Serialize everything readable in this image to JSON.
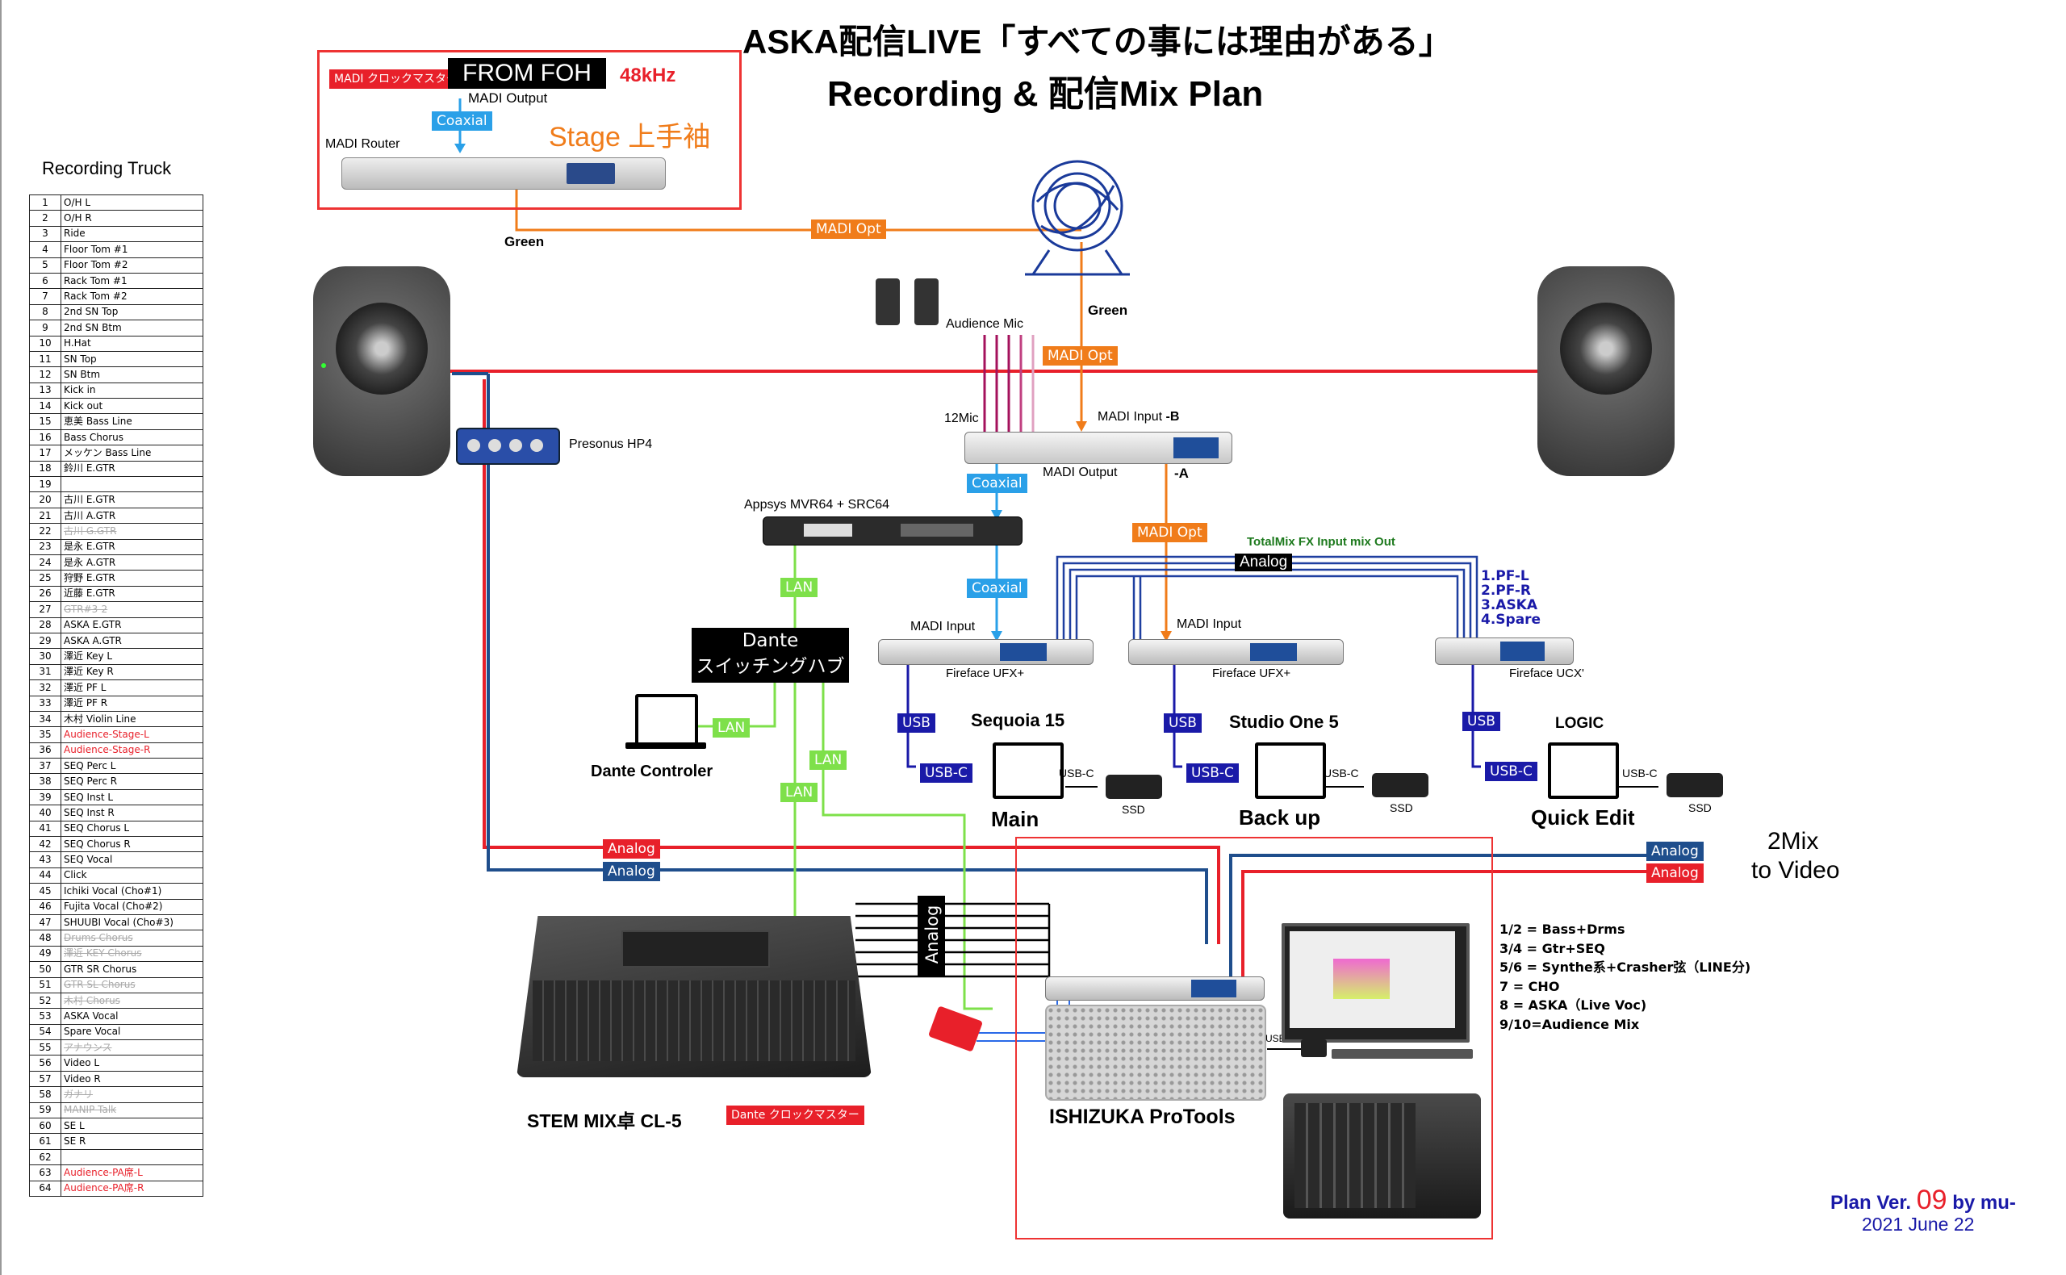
{
  "title": {
    "line1": "ASKA配信LIVE「すべての事には理由がある」",
    "line2": "Recording & 配信Mix Plan"
  },
  "foh": {
    "clock_master": "MADI クロックマスター",
    "from_foh": "FROM FOH",
    "rate": "48kHz",
    "madi_output": "MADI Output",
    "coaxial": "Coaxial",
    "stage": "Stage 上手袖",
    "router": "MADI Router"
  },
  "recording_truck": {
    "title": "Recording Truck",
    "tracks": [
      {
        "n": "1",
        "name": "O/H  L",
        "style": ""
      },
      {
        "n": "2",
        "name": "O/H  R",
        "style": ""
      },
      {
        "n": "3",
        "name": "Ride",
        "style": ""
      },
      {
        "n": "4",
        "name": "Floor Tom #1",
        "style": ""
      },
      {
        "n": "5",
        "name": "Floor Tom #2",
        "style": ""
      },
      {
        "n": "6",
        "name": "Rack Tom #1",
        "style": ""
      },
      {
        "n": "7",
        "name": "Rack Tom #2",
        "style": ""
      },
      {
        "n": "8",
        "name": "2nd SN Top",
        "style": ""
      },
      {
        "n": "9",
        "name": "2nd SN Btm",
        "style": ""
      },
      {
        "n": "10",
        "name": "H.Hat",
        "style": ""
      },
      {
        "n": "11",
        "name": "SN Top",
        "style": ""
      },
      {
        "n": "12",
        "name": "SN Btm",
        "style": ""
      },
      {
        "n": "13",
        "name": "Kick in",
        "style": ""
      },
      {
        "n": "14",
        "name": "Kick out",
        "style": ""
      },
      {
        "n": "15",
        "name": "恵美 Bass Line",
        "style": ""
      },
      {
        "n": "16",
        "name": "Bass Chorus",
        "style": ""
      },
      {
        "n": "17",
        "name": "メッケン Bass Line",
        "style": ""
      },
      {
        "n": "18",
        "name": "鈴川 E.GTR",
        "style": ""
      },
      {
        "n": "19",
        "name": "",
        "style": ""
      },
      {
        "n": "20",
        "name": "古川 E.GTR",
        "style": ""
      },
      {
        "n": "21",
        "name": "古川 A.GTR",
        "style": ""
      },
      {
        "n": "22",
        "name": "古川 G.GTR",
        "style": "gray"
      },
      {
        "n": "23",
        "name": "是永 E.GTR",
        "style": ""
      },
      {
        "n": "24",
        "name": "是永 A.GTR",
        "style": ""
      },
      {
        "n": "25",
        "name": "狩野 E.GTR",
        "style": ""
      },
      {
        "n": "26",
        "name": "近藤 E.GTR",
        "style": ""
      },
      {
        "n": "27",
        "name": "GTR#3-2",
        "style": "gray"
      },
      {
        "n": "28",
        "name": "ASKA E.GTR",
        "style": ""
      },
      {
        "n": "29",
        "name": "ASKA A.GTR",
        "style": ""
      },
      {
        "n": "30",
        "name": "澤近 Key L",
        "style": ""
      },
      {
        "n": "31",
        "name": "澤近 Key R",
        "style": ""
      },
      {
        "n": "32",
        "name": "澤近 PF L",
        "style": ""
      },
      {
        "n": "33",
        "name": "澤近 PF R",
        "style": ""
      },
      {
        "n": "34",
        "name": "木村 Violin Line",
        "style": ""
      },
      {
        "n": "35",
        "name": "Audience-Stage-L",
        "style": "red"
      },
      {
        "n": "36",
        "name": "Audience-Stage-R",
        "style": "red"
      },
      {
        "n": "37",
        "name": "SEQ Perc L",
        "style": ""
      },
      {
        "n": "38",
        "name": "SEQ Perc R",
        "style": ""
      },
      {
        "n": "39",
        "name": "SEQ Inst L",
        "style": ""
      },
      {
        "n": "40",
        "name": "SEQ Inst R",
        "style": ""
      },
      {
        "n": "41",
        "name": "SEQ Chorus L",
        "style": ""
      },
      {
        "n": "42",
        "name": "SEQ Chorus R",
        "style": ""
      },
      {
        "n": "43",
        "name": "SEQ Vocal",
        "style": ""
      },
      {
        "n": "44",
        "name": "Click",
        "style": ""
      },
      {
        "n": "45",
        "name": "Ichiki Vocal (Cho#1)",
        "style": ""
      },
      {
        "n": "46",
        "name": "Fujita Vocal (Cho#2)",
        "style": ""
      },
      {
        "n": "47",
        "name": "SHUUBI Vocal (Cho#3)",
        "style": ""
      },
      {
        "n": "48",
        "name": "Drums Chorus",
        "style": "gray"
      },
      {
        "n": "49",
        "name": "澤近 KEY Chorus",
        "style": "gray"
      },
      {
        "n": "50",
        "name": "GTR SR Chorus",
        "style": ""
      },
      {
        "n": "51",
        "name": "GTR SL  Chorus",
        "style": "gray"
      },
      {
        "n": "52",
        "name": "木村 Chorus",
        "style": "gray"
      },
      {
        "n": "53",
        "name": "ASKA Vocal",
        "style": ""
      },
      {
        "n": "54",
        "name": "Spare Vocal",
        "style": ""
      },
      {
        "n": "55",
        "name": "アナウンス",
        "style": "gray"
      },
      {
        "n": "56",
        "name": "Video L",
        "style": ""
      },
      {
        "n": "57",
        "name": "Video R",
        "style": ""
      },
      {
        "n": "58",
        "name": "ガナリ",
        "style": "gray"
      },
      {
        "n": "59",
        "name": "MANIP Talk",
        "style": "gray"
      },
      {
        "n": "60",
        "name": "SE L",
        "style": ""
      },
      {
        "n": "61",
        "name": "SE R",
        "style": ""
      },
      {
        "n": "62",
        "name": "",
        "style": ""
      },
      {
        "n": "63",
        "name": "Audience-PA席-L",
        "style": "red"
      },
      {
        "n": "64",
        "name": "Audience-PA席-R",
        "style": "red"
      }
    ]
  },
  "labels": {
    "green1": "Green",
    "madi_opt1": "MADI Opt",
    "green2": "Green",
    "madi_opt2": "MADI Opt",
    "audience_mic": "Audience Mic",
    "presonus": "Presonus HP4",
    "mic12": "12Mic",
    "madi_input_b": "MADI Input",
    "b_suffix": "-B",
    "madi_output": "MADI Output",
    "a_suffix": "-A",
    "coaxial1": "Coaxial",
    "coaxial2": "Coaxial",
    "appsys": "Appsys MVR64 + SRC64",
    "madi_opt3": "MADI Opt",
    "totalmix": "TotalMix FX Input mix Out",
    "analog_top": "Analog",
    "pf_list": [
      "1.PF-L",
      "2.PF-R",
      "3.ASKA",
      "4.Spare"
    ],
    "lan1": "LAN",
    "lan2": "LAN",
    "lan3": "LAN",
    "lan4": "LAN",
    "dante_hub": [
      "Dante",
      "スイッチングハブ"
    ],
    "dante_controller": "Dante Controler",
    "madi_input_1": "MADI Input",
    "madi_input_2": "MADI Input",
    "fireface1": "Fireface UFX+",
    "fireface2": "Fireface UFX+",
    "fireface_ucx": "Fireface UCX'",
    "usb": "USB",
    "usbc": "USB-C",
    "usbc_small": "USB-C",
    "ssd": "SSD",
    "sequoia": "Sequoia 15",
    "studio_one": "Studio One 5",
    "logic": "LOGIC",
    "main": "Main",
    "backup": "Back up",
    "quick_edit": "Quick Edit",
    "analog_red1": "Analog",
    "analog_blue1": "Analog",
    "analog_blue2": "Analog",
    "analog_red2": "Analog",
    "analog_vertical": "Analog",
    "two_mix": "2Mix",
    "to_video": "to Video",
    "stem_mix": "STEM MIX卓 CL-5",
    "dante_clock": "Dante クロックマスター",
    "ishizuka": "ISHIZUKA ProTools",
    "usbc_mac": "USB-C",
    "stem_list": [
      "1/2 = Bass+Drms",
      "3/4 = Gtr+SEQ",
      "5/6 = Synthe系+Crasher弦（LINE分)",
      "7 = CHO",
      "8 = ASKA（Live Voc)",
      "9/10=Audience Mix"
    ]
  },
  "plan": {
    "prefix": "Plan Ver.",
    "version": "09",
    "by": "by mu-",
    "date": "2021 June 22"
  },
  "colors": {
    "red": "#e8202a",
    "blue": "#1f4e8c",
    "orange": "#f07c1a",
    "green": "#7ee04a",
    "navy": "#1a1aa8"
  }
}
